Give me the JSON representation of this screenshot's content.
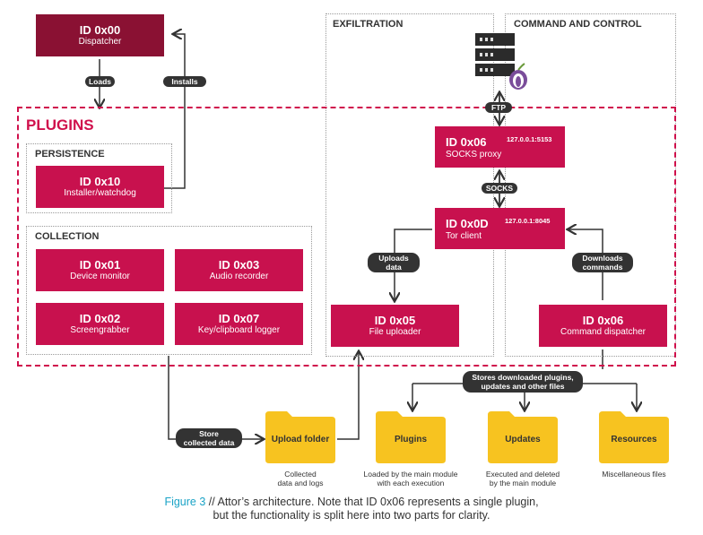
{
  "dispatcher": {
    "id": "ID 0x00",
    "name": "Dispatcher"
  },
  "labels": {
    "loads": "Loads",
    "installs": "Installs",
    "ftp": "FTP",
    "socks": "SOCKS",
    "uploads_data": [
      "Uploads",
      "data"
    ],
    "downloads_commands": [
      "Downloads",
      "commands"
    ],
    "store_collected": [
      "Store",
      "collected data"
    ],
    "stores_downloaded": [
      "Stores downloaded plugins,",
      "updates and other files"
    ]
  },
  "sections": {
    "plugins": "PLUGINS",
    "persistence": "PERSISTENCE",
    "collection": "COLLECTION",
    "exfiltration": "EXFILTRATION",
    "c2": "COMMAND AND CONTROL"
  },
  "installer": {
    "id": "ID 0x10",
    "name": "Installer/watchdog"
  },
  "collection": [
    {
      "id": "ID 0x01",
      "name": "Device monitor"
    },
    {
      "id": "ID 0x03",
      "name": "Audio recorder"
    },
    {
      "id": "ID 0x02",
      "name": "Screengrabber"
    },
    {
      "id": "ID 0x07",
      "name": "Key/clipboard logger"
    }
  ],
  "socks_proxy": {
    "id": "ID 0x06",
    "name": "SOCKS proxy",
    "ip": "127.0.0.1:5153"
  },
  "tor_client": {
    "id": "ID 0x0D",
    "name": "Tor client",
    "ip": "127.0.0.1:8045"
  },
  "file_uploader": {
    "id": "ID 0x05",
    "name": "File uploader"
  },
  "cmd_dispatcher": {
    "id": "ID 0x06",
    "name": "Command dispatcher"
  },
  "folders": [
    {
      "name": "Upload folder",
      "caption": [
        "Collected",
        "data and logs"
      ]
    },
    {
      "name": "Plugins",
      "caption": [
        "Loaded by the main module",
        "with each execution"
      ]
    },
    {
      "name": "Updates",
      "caption": [
        "Executed and deleted",
        "by the main module"
      ]
    },
    {
      "name": "Resources",
      "caption": [
        "Miscellaneous files"
      ]
    }
  ],
  "caption": {
    "figure": "Figure 3",
    "line1": " // Attor’s architecture. Note that ID 0x06 represents a single plugin,",
    "line2": "but the functionality is split here into two parts for clarity."
  },
  "colors": {
    "node": "#c8114e",
    "dispatcher": "#8a1133",
    "folder": "#f7c320",
    "accent": "#d0104c",
    "figure": "#1aa3c6"
  }
}
